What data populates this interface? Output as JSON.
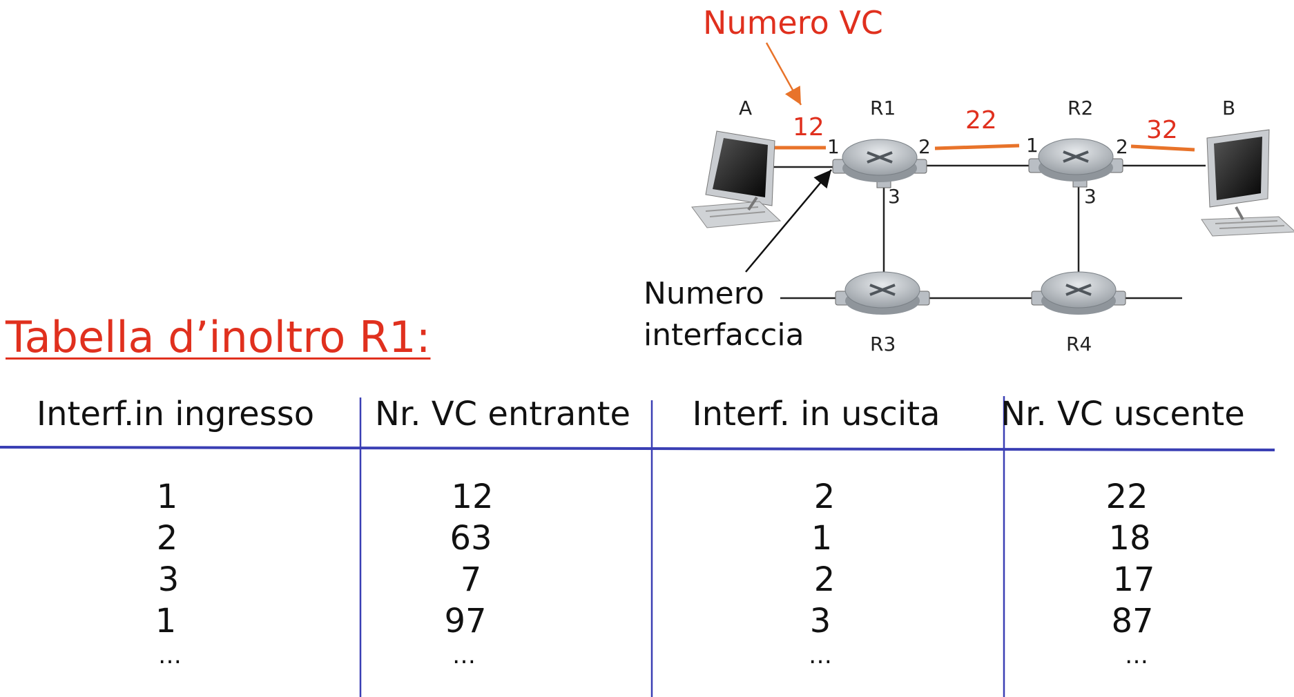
{
  "title": "Tabella d’inoltro R1:",
  "labels": {
    "vc_number": "Numero VC",
    "interface_number_line1": "Numero",
    "interface_number_line2": "interfaccia"
  },
  "network": {
    "hosts": [
      {
        "name": "A"
      },
      {
        "name": "B"
      }
    ],
    "routers": [
      {
        "name": "R1"
      },
      {
        "name": "R2"
      },
      {
        "name": "R3"
      },
      {
        "name": "R4"
      }
    ],
    "vc_labels": [
      "12",
      "22",
      "32"
    ],
    "interfaces": {
      "r1_in": "1",
      "r1_out": "2",
      "r1_down": "3",
      "r2_in": "1",
      "r2_out": "2",
      "r2_down": "3"
    }
  },
  "table": {
    "headers": [
      "Interf.in ingresso",
      "Nr. VC entrante",
      "Interf. in uscita",
      "Nr. VC uscente"
    ],
    "rows": [
      [
        "1",
        "12",
        "2",
        "22"
      ],
      [
        "2",
        "63",
        "1",
        "18"
      ],
      [
        "3",
        "7",
        "2",
        "17"
      ],
      [
        "1",
        "97",
        "3",
        "87"
      ],
      [
        "…",
        "…",
        "…",
        "…"
      ]
    ]
  },
  "colors": {
    "title_red": "#e0301e",
    "vc_line_orange": "#e8732a",
    "table_blue": "#3a3fb4",
    "router_gray": "#a8adb3"
  }
}
